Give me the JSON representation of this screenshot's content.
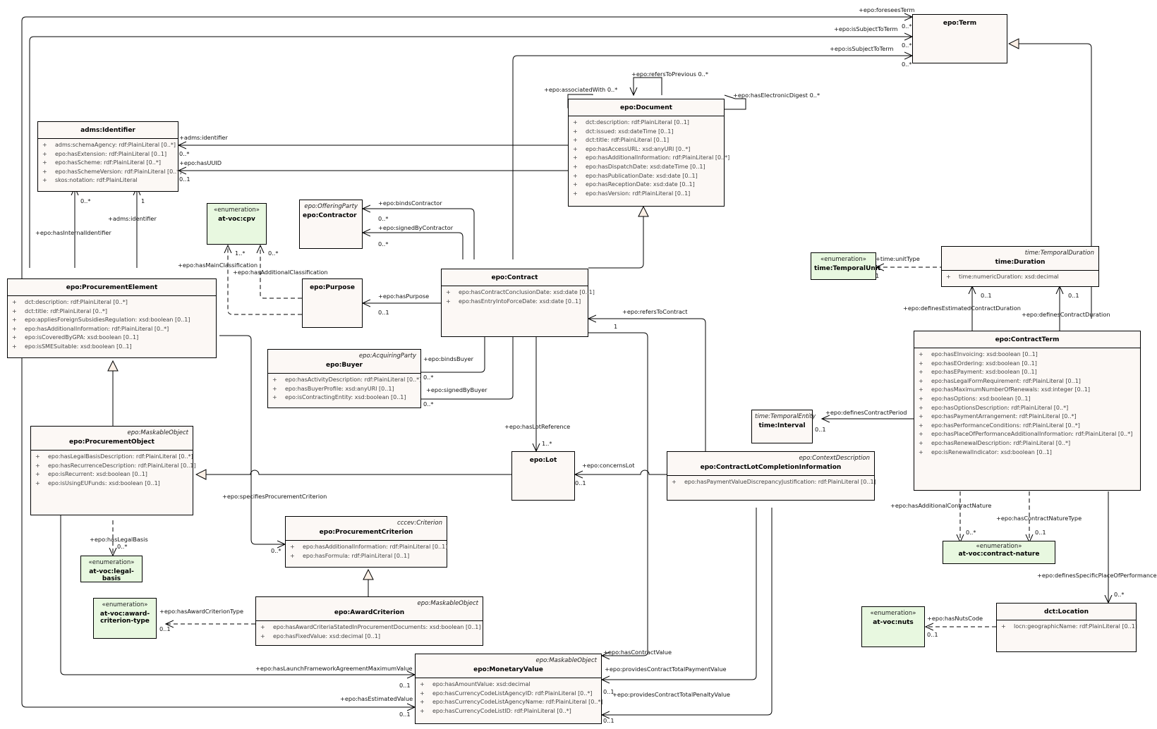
{
  "classes": {
    "term": {
      "name": "epo:Term"
    },
    "identifier": {
      "name": "adms:Identifier",
      "attributes": [
        "adms:schemaAgency: rdf:PlainLiteral [0..*]",
        "epo:hasExtension: rdf:PlainLiteral [0..1]",
        "epo:hasScheme: rdf:PlainLiteral [0..*]",
        "epo:hasSchemeVersion: rdf:PlainLiteral [0..*]",
        "skos:notation: rdf:PlainLiteral"
      ]
    },
    "document": {
      "name": "epo:Document",
      "attributes": [
        "dct:description: rdf:PlainLiteral [0..1]",
        "dct:issued: xsd:dateTime [0..1]",
        "dct:title: rdf:PlainLiteral [0..1]",
        "epo:hasAccessURL: xsd:anyURI [0..*]",
        "epo:hasAdditionalInformation: rdf:PlainLiteral [0..*]",
        "epo:hasDispatchDate: xsd:dateTime [0..1]",
        "epo:hasPublicationDate: xsd:date [0..1]",
        "epo:hasReceptionDate: xsd:date [0..1]",
        "epo:hasVersion: rdf:PlainLiteral [0..1]"
      ]
    },
    "cpv": {
      "stereotype": "«enumeration»",
      "name": "at-voc:cpv"
    },
    "contractor": {
      "parent": "epo:OfferingParty",
      "name": "epo:Contractor"
    },
    "purpose": {
      "name": "epo:Purpose"
    },
    "contract": {
      "name": "epo:Contract",
      "attributes": [
        "epo:hasContractConclusionDate: xsd:date [0..1]",
        "epo:hasEntryIntoForceDate: xsd:date [0..1]"
      ]
    },
    "procurementElement": {
      "name": "epo:ProcurementElement",
      "attributes": [
        "dct:description: rdf:PlainLiteral [0..*]",
        "dct:title: rdf:PlainLiteral [0..*]",
        "epo:appliesForeignSubsidiesRegulation: xsd:boolean [0..1]",
        "epo:hasAdditionalInformation: rdf:PlainLiteral [0..*]",
        "epo:isCoveredByGPA: xsd:boolean [0..1]",
        "epo:isSMESuitable: xsd:boolean [0..1]"
      ]
    },
    "buyer": {
      "parent": "epo:AcquiringParty",
      "name": "epo:Buyer",
      "attributes": [
        "epo:hasActivityDescription: rdf:PlainLiteral [0..*]",
        "epo:hasBuyerProfile: xsd:anyURI [0..1]",
        "epo:isContractingEntity: xsd:boolean [0..1]"
      ]
    },
    "procurementObject": {
      "parent": "epo:MaskableObject",
      "name": "epo:ProcurementObject",
      "attributes": [
        "epo:hasLegalBasisDescription: rdf:PlainLiteral [0..*]",
        "epo:hasRecurrenceDescription: rdf:PlainLiteral [0..1]",
        "epo:isRecurrent: xsd:boolean [0..1]",
        "epo:isUsingEUFunds: xsd:boolean [0..1]"
      ]
    },
    "lot": {
      "name": "epo:Lot"
    },
    "clci": {
      "parent": "epo:ContextDescription",
      "name": "epo:ContractLotCompletionInformation",
      "attributes": [
        "epo:hasPaymentValueDiscrepancyJustification: rdf:PlainLiteral [0..1]"
      ]
    },
    "legalBasis": {
      "stereotype": "«enumeration»",
      "name": "at-voc:legal-basis"
    },
    "procurementCriterion": {
      "parent": "cccev:Criterion",
      "name": "epo:ProcurementCriterion",
      "attributes": [
        "epo:hasAdditionalInformation: rdf:PlainLiteral [0..1]",
        "epo:hasFormula: rdf:PlainLiteral [0..1]"
      ]
    },
    "awardCriterionType": {
      "stereotype": "«enumeration»",
      "name": "at-voc:award-criterion-type"
    },
    "awardCriterion": {
      "parent": "epo:MaskableObject",
      "name": "epo:AwardCriterion",
      "attributes": [
        "epo:hasAwardCriteriaStatedInProcurementDocuments: xsd:boolean [0..1]",
        "epo:hasFixedValue: xsd:decimal [0..1]"
      ]
    },
    "monetaryValue": {
      "parent": "epo:MaskableObject",
      "name": "epo:MonetaryValue",
      "attributes": [
        "epo:hasAmountValue: xsd:decimal",
        "epo:hasCurrencyCodeListAgencyID: rdf:PlainLiteral [0..*]",
        "epo:hasCurrencyCodeListAgencyName: rdf:PlainLiteral [0..*]",
        "epo:hasCurrencyCodeListID: rdf:PlainLiteral [0..*]"
      ]
    },
    "temporalUnit": {
      "stereotype": "«enumeration»",
      "name": "time:TemporalUnit"
    },
    "duration": {
      "parent": "time:TemporalDuration",
      "name": "time:Duration",
      "attributes": [
        "time:numericDuration: xsd:decimal"
      ]
    },
    "contractTerm": {
      "name": "epo:ContractTerm",
      "attributes": [
        "epo:hasEInvoicing: xsd:boolean [0..1]",
        "epo:hasEOrdering: xsd:boolean [0..1]",
        "epo:hasEPayment: xsd:boolean [0..1]",
        "epo:hasLegalFormRequirement: rdf:PlainLiteral [0..1]",
        "epo:hasMaximumNumberOfRenewals: xsd:integer [0..1]",
        "epo:hasOptions: xsd:boolean [0..1]",
        "epo:hasOptionsDescription: rdf:PlainLiteral [0..*]",
        "epo:hasPaymentArrangement: rdf:PlainLiteral [0..*]",
        "epo:hasPerformanceConditions: rdf:PlainLiteral [0..*]",
        "epo:hasPlaceOfPerformanceAdditionalInformation: rdf:PlainLiteral [0..*]",
        "epo:hasRenewalDescription: rdf:PlainLiteral [0..*]",
        "epo:isRenewalIndicator: xsd:boolean [0..1]"
      ]
    },
    "interval": {
      "parent": "time:TemporalEntity",
      "name": "time:Interval"
    },
    "contractNature": {
      "stereotype": "«enumeration»",
      "name": "at-voc:contract-nature"
    },
    "nuts": {
      "stereotype": "«enumeration»",
      "name": "at-voc:nuts"
    },
    "location": {
      "name": "dct:Location",
      "attributes": [
        "locn:geographicName: rdf:PlainLiteral [0..1]"
      ]
    }
  },
  "labels": {
    "foreseesTerm": "+epo:foreseesTerm",
    "isSubjectToTerm1": "+epo:isSubjectToTerm",
    "isSubjectToTerm2": "+epo:isSubjectToTerm",
    "m_term1": "0..*",
    "m_term2": "0..*",
    "m_term3": "0..*",
    "refersToPrevious": "+epo:refersToPrevious 0..*",
    "associatedWith": "+epo:associatedWith 0..*",
    "hasElectronicDigest": "+epo:hasElectronicDigest 0..*",
    "admsIdentifier1": "+adms:identifier",
    "m_admsId1": "0..*",
    "hasUUID": "+epo:hasUUID",
    "m_uuid": "0..1",
    "hasInternalIdentifier": "+epo:hasInternalIdentifier",
    "m_internalId": "0..*",
    "admsIdentifier2": "+adms:identifier",
    "m_admsId2": "1",
    "hasMainClassification": "+epo:hasMainClassification",
    "m_main": "1..*",
    "hasAdditionalClassification": "+epo:hasAdditionalClassification",
    "m_addl": "0..*",
    "bindsContractor": "+epo:bindsContractor",
    "m_bindsContractor": "0..*",
    "signedByContractor": "+epo:signedByContractor",
    "m_signedContractor": "0..*",
    "hasPurpose": "+epo:hasPurpose",
    "m_purpose": "0..1",
    "bindsBuyer": "+epo:bindsBuyer",
    "m_bindsBuyer": "0..*",
    "signedByBuyer": "+epo:signedByBuyer",
    "m_signedBuyer": "0..*",
    "refersToContract": "+epo:refersToContract",
    "m_refersContract": "1",
    "hasLotReference": "+epo:hasLotReference",
    "m_lotRef": "1..*",
    "concernsLot": "+epo:concernsLot",
    "m_concernsLot": "0..1",
    "specifiesProcurementCriterion": "+epo:specifiesProcurementCriterion",
    "m_spc": "0..*",
    "hasLegalBasis": "+epo:hasLegalBasis",
    "m_legal": "0..*",
    "hasAwardCriterionType": "+epo:hasAwardCriterionType",
    "m_act": "0..1",
    "hasLaunchFAMV": "+epo:hasLaunchFrameworkAgreementMaximumValue",
    "m_launch": "0..1",
    "hasEstimatedValue": "+epo:hasEstimatedValue",
    "m_est": "0..1",
    "hasContractValue": "+epo:hasContractValue",
    "providesPayment": "+epo:providesContractTotalPaymentValue",
    "m_pay": "0..1",
    "providesPenalty": "+epo:providesContractTotalPenaltyValue",
    "m_pen": "0..1",
    "unitType": "+time:unitType",
    "m_unit": "1",
    "definesEstDuration": "+epo:definesEstimatedContractDuration",
    "m_estDur": "0..1",
    "definesDuration": "+epo:definesContractDuration",
    "m_dur": "0..1",
    "definesPeriod": "+epo:definesContractPeriod",
    "m_period": "0..1",
    "hasAdditionalContractNature": "+epo:hasAdditionalContractNature",
    "m_acn": "0..*",
    "hasContractNatureType": "+epo:hasContractNatureType",
    "m_cnt": "0..1",
    "definesPlace": "+epo:definesSpecificPlaceOfPerformance",
    "m_place": "0..*",
    "hasNutsCode": "+epo:hasNutsCode",
    "m_nuts": "0..1"
  }
}
